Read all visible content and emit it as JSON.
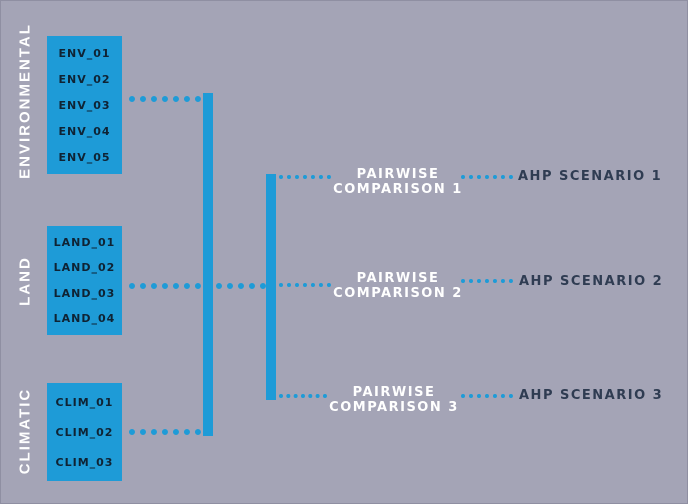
{
  "groups": [
    {
      "label": "ENVIRONMENTAL",
      "items": [
        "ENV_01",
        "ENV_02",
        "ENV_03",
        "ENV_04",
        "ENV_05"
      ]
    },
    {
      "label": "LAND",
      "items": [
        "LAND_01",
        "LAND_02",
        "LAND_03",
        "LAND_04"
      ]
    },
    {
      "label": "CLIMATIC",
      "items": [
        "CLIM_01",
        "CLIM_02",
        "CLIM_03"
      ]
    }
  ],
  "comparisons": [
    {
      "line1": "PAIRWISE",
      "line2": "COMPARISON 1",
      "scenario": "AHP SCENARIO 1"
    },
    {
      "line1": "PAIRWISE",
      "line2": "COMPARISON 2",
      "scenario": "AHP SCENARIO 2"
    },
    {
      "line1": "PAIRWISE",
      "line2": "COMPARISON 3",
      "scenario": "AHP SCENARIO 3"
    }
  ],
  "colors": {
    "background": "#a4a4b6",
    "accent": "#1e9bd7",
    "box_text": "#0f2334",
    "scenario_text": "#2f3c52"
  }
}
